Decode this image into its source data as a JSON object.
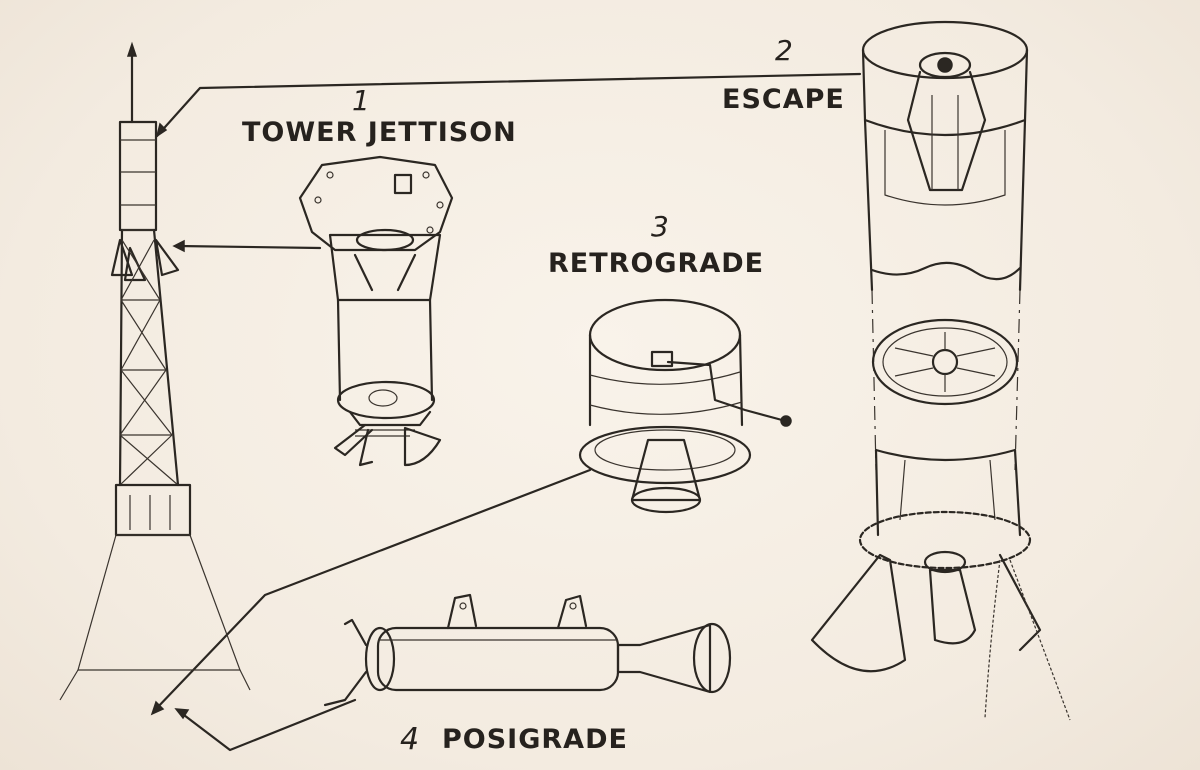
{
  "labels": {
    "tower_jettison": {
      "number": "1",
      "text": "TOWER JETTISON"
    },
    "escape": {
      "number": "2",
      "text": "ESCAPE"
    },
    "retrograde": {
      "number": "3",
      "text": "RETROGRADE"
    },
    "posigrade": {
      "number": "4",
      "text": "POSIGRADE"
    }
  },
  "colors": {
    "ink": "#2b2722",
    "paper": "#f6efe6"
  }
}
